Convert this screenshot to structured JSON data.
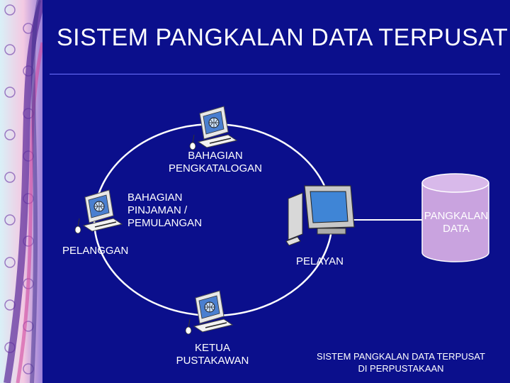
{
  "slide": {
    "title": "SISTEM PANGKALAN DATA TERPUSAT",
    "colors": {
      "background": "#0b0f8c",
      "text": "#ffffff",
      "accent_rule": "#6f74ff",
      "database": "#c9a3df"
    }
  },
  "diagram": {
    "nodes": {
      "cataloguing": {
        "label": "BAHAGIAN\nPENGKATALOGAN",
        "icon": "workstation-icon"
      },
      "loans": {
        "label": "BAHAGIAN\nPINJAMAN /\nPEMULANGAN",
        "icon": "workstation-icon"
      },
      "client": {
        "label": "PELANGGAN"
      },
      "server": {
        "label": "PELAYAN",
        "icon": "desktop-computer-icon"
      },
      "database": {
        "label": "PANGKALAN\nDATA",
        "icon": "database-cylinder-icon"
      },
      "librarian": {
        "label": "KETUA\nPUSTAKAWAN",
        "icon": "workstation-icon"
      }
    },
    "caption": "SISTEM PANGKALAN DATA TERPUSAT\nDI PERPUSTAKAAN"
  }
}
